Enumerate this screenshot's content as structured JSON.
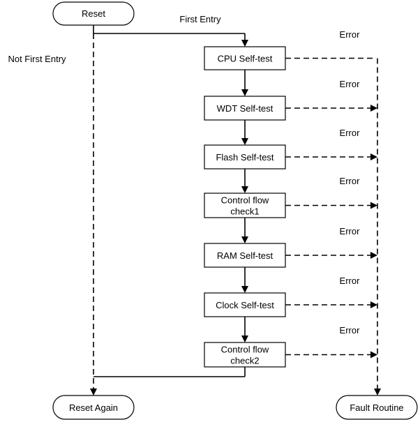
{
  "terminals": {
    "reset": "Reset",
    "reset_again": "Reset Again",
    "fault_routine": "Fault Routine"
  },
  "labels": {
    "first_entry": "First Entry",
    "not_first_entry": "Not First Entry",
    "error": "Error"
  },
  "steps": [
    [
      "CPU Self-test"
    ],
    [
      "WDT Self-test"
    ],
    [
      "Flash Self-test"
    ],
    [
      "Control flow",
      "check1"
    ],
    [
      "RAM Self-test"
    ],
    [
      "Clock Self-test"
    ],
    [
      "Control flow",
      "check2"
    ]
  ]
}
